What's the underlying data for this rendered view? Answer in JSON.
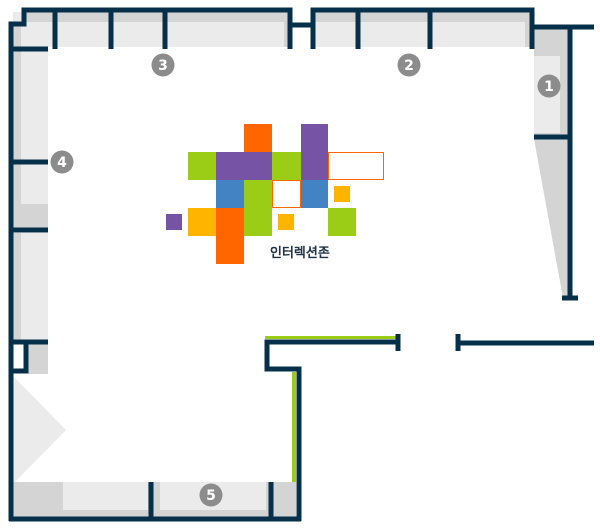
{
  "zone_label": "인터렉션존",
  "markers": [
    {
      "label": "1"
    },
    {
      "label": "2"
    },
    {
      "label": "3"
    },
    {
      "label": "4"
    },
    {
      "label": "5"
    }
  ],
  "colors": {
    "wall": "#06304a",
    "accent_green": "#9bcd17",
    "marker": "#8c8c8c",
    "orange": "#ff6600",
    "purple": "#7653a4",
    "blue": "#4383c4",
    "yellow": "#ffb400"
  }
}
